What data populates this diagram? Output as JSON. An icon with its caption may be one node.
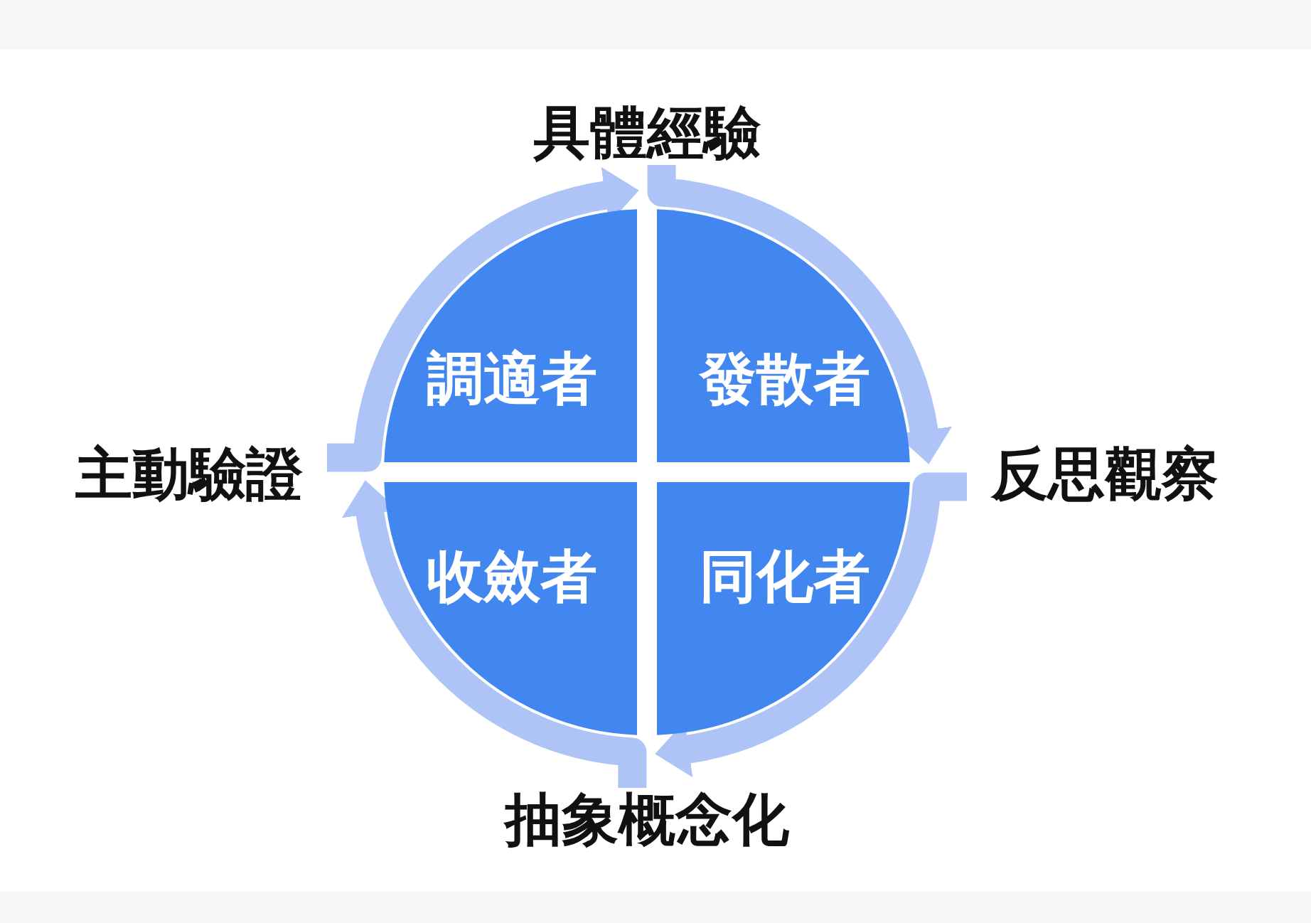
{
  "diagram": {
    "nodes": [
      {
        "text": [
          "具體經驗"
        ]
      },
      {
        "text": [
          "反思觀察"
        ]
      },
      {
        "text": [
          "抽象概念化"
        ]
      },
      {
        "text": [
          "主動驗證"
        ]
      },
      {
        "text": [
          "調適者"
        ]
      },
      {
        "text": [
          "發散者"
        ]
      },
      {
        "text": [
          "收斂者"
        ]
      },
      {
        "text": [
          "同化者"
        ]
      }
    ],
    "edges": [
      {
        "from": 3,
        "to": 0,
        "arrow": "to"
      },
      {
        "from": 0,
        "to": 1,
        "arrow": "to"
      },
      {
        "from": 1,
        "to": 2,
        "arrow": "to"
      },
      {
        "from": 2,
        "to": 3,
        "arrow": "to"
      }
    ]
  }
}
